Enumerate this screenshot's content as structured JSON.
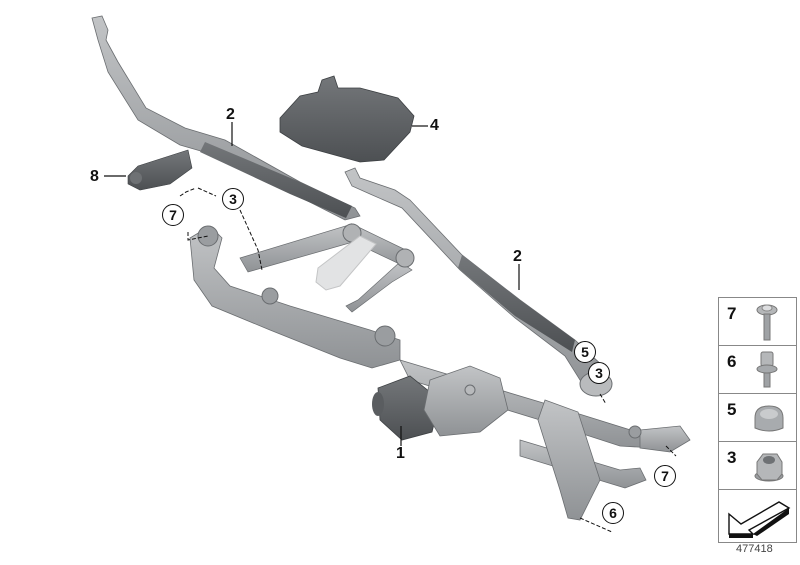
{
  "diagram": {
    "type": "parts-exploded-view",
    "subject": "windshield wiper linkage with motor",
    "document_number": "477418",
    "callouts": [
      {
        "id": "1",
        "label": "1",
        "part": "wiper-motor"
      },
      {
        "id": "2a",
        "label": "2",
        "part": "wiper-arm-left"
      },
      {
        "id": "2b",
        "label": "2",
        "part": "wiper-arm-right"
      },
      {
        "id": "4",
        "label": "4",
        "part": "cover-cap"
      },
      {
        "id": "8",
        "label": "8",
        "part": "arm-cover-cap"
      }
    ],
    "circled_callouts": [
      {
        "id": "3a",
        "label": "3"
      },
      {
        "id": "7a",
        "label": "7"
      },
      {
        "id": "5",
        "label": "5"
      },
      {
        "id": "3b",
        "label": "3"
      },
      {
        "id": "7b",
        "label": "7"
      },
      {
        "id": "6",
        "label": "6"
      }
    ],
    "legend": [
      {
        "label": "7",
        "part": "screw-with-washer"
      },
      {
        "label": "6",
        "part": "torx-bolt"
      },
      {
        "label": "5",
        "part": "cap"
      },
      {
        "label": "3",
        "part": "hex-nut"
      },
      {
        "label": "",
        "part": "direction-arrow"
      }
    ]
  },
  "colors": {
    "metal": "#a9abae",
    "metal_dark": "#7e8184",
    "dark_part": "#5d5f62",
    "light_part": "#e4e5e6",
    "line": "#111111"
  }
}
